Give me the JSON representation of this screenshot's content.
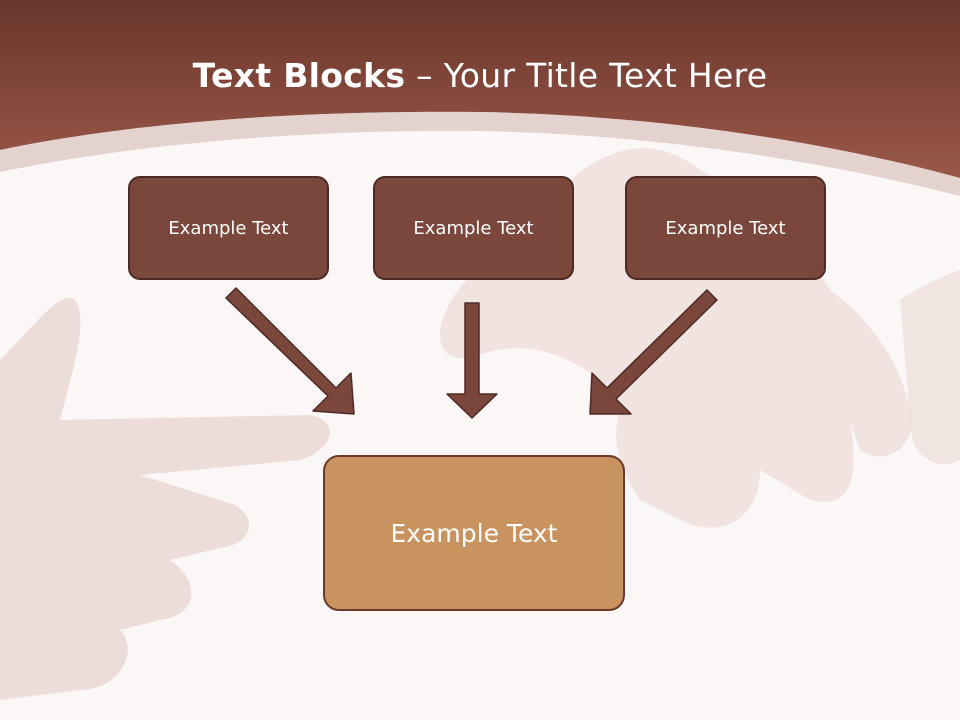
{
  "slide": {
    "title_bold": "Text Blocks",
    "title_rest": " – Your Title Text Here",
    "blocks": [
      {
        "label": "Example Text"
      },
      {
        "label": "Example Text"
      },
      {
        "label": "Example Text"
      }
    ],
    "main_block": {
      "label": "Example Text"
    }
  },
  "colors": {
    "header": "#8c4b3e",
    "block_fill": "#7b473c",
    "main_fill": "#c9935f",
    "arrow_fill": "#7b473c"
  }
}
